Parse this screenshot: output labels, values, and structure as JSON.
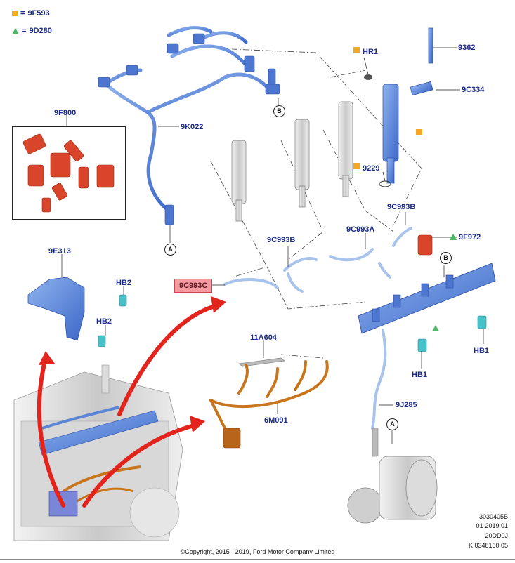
{
  "legend": {
    "square_label": "9F593",
    "triangle_label": "9D280",
    "equals": "="
  },
  "parts": {
    "p9F800": "9F800",
    "p9K022": "9K022",
    "p9E313": "9E313",
    "pHB2a": "HB2",
    "pHB2b": "HB2",
    "p9C993C": "9C993C",
    "p11A604": "11A604",
    "p6M091": "6M091",
    "pHR1": "HR1",
    "p9362": "9362",
    "p9C334": "9C334",
    "p9229": "9229",
    "p9C993B_top": "9C993B",
    "p9C993B_left": "9C993B",
    "p9C993A": "9C993A",
    "p9F972": "9F972",
    "pHB1_right": "HB1",
    "pHB1_mid": "HB1",
    "p9J285": "9J285"
  },
  "callouts": {
    "a1": "A",
    "a2": "A",
    "b1": "B",
    "b2": "B"
  },
  "meta": {
    "line1": "3030405B",
    "line2": "01-2019 01",
    "line3": "20DD0J",
    "line4": "K 0348180 05"
  },
  "copyright": "©Copyright, 2015 - 2019, Ford Motor Company Limited",
  "colors": {
    "label_blue": "#1b2a8a",
    "highlight_fill": "#f59aa0",
    "arrow_red": "#e3241c",
    "part_blue": "#5b86d6",
    "part_orange": "#c8761d",
    "legend_square": "#f5a623",
    "legend_triangle": "#4fb566"
  }
}
